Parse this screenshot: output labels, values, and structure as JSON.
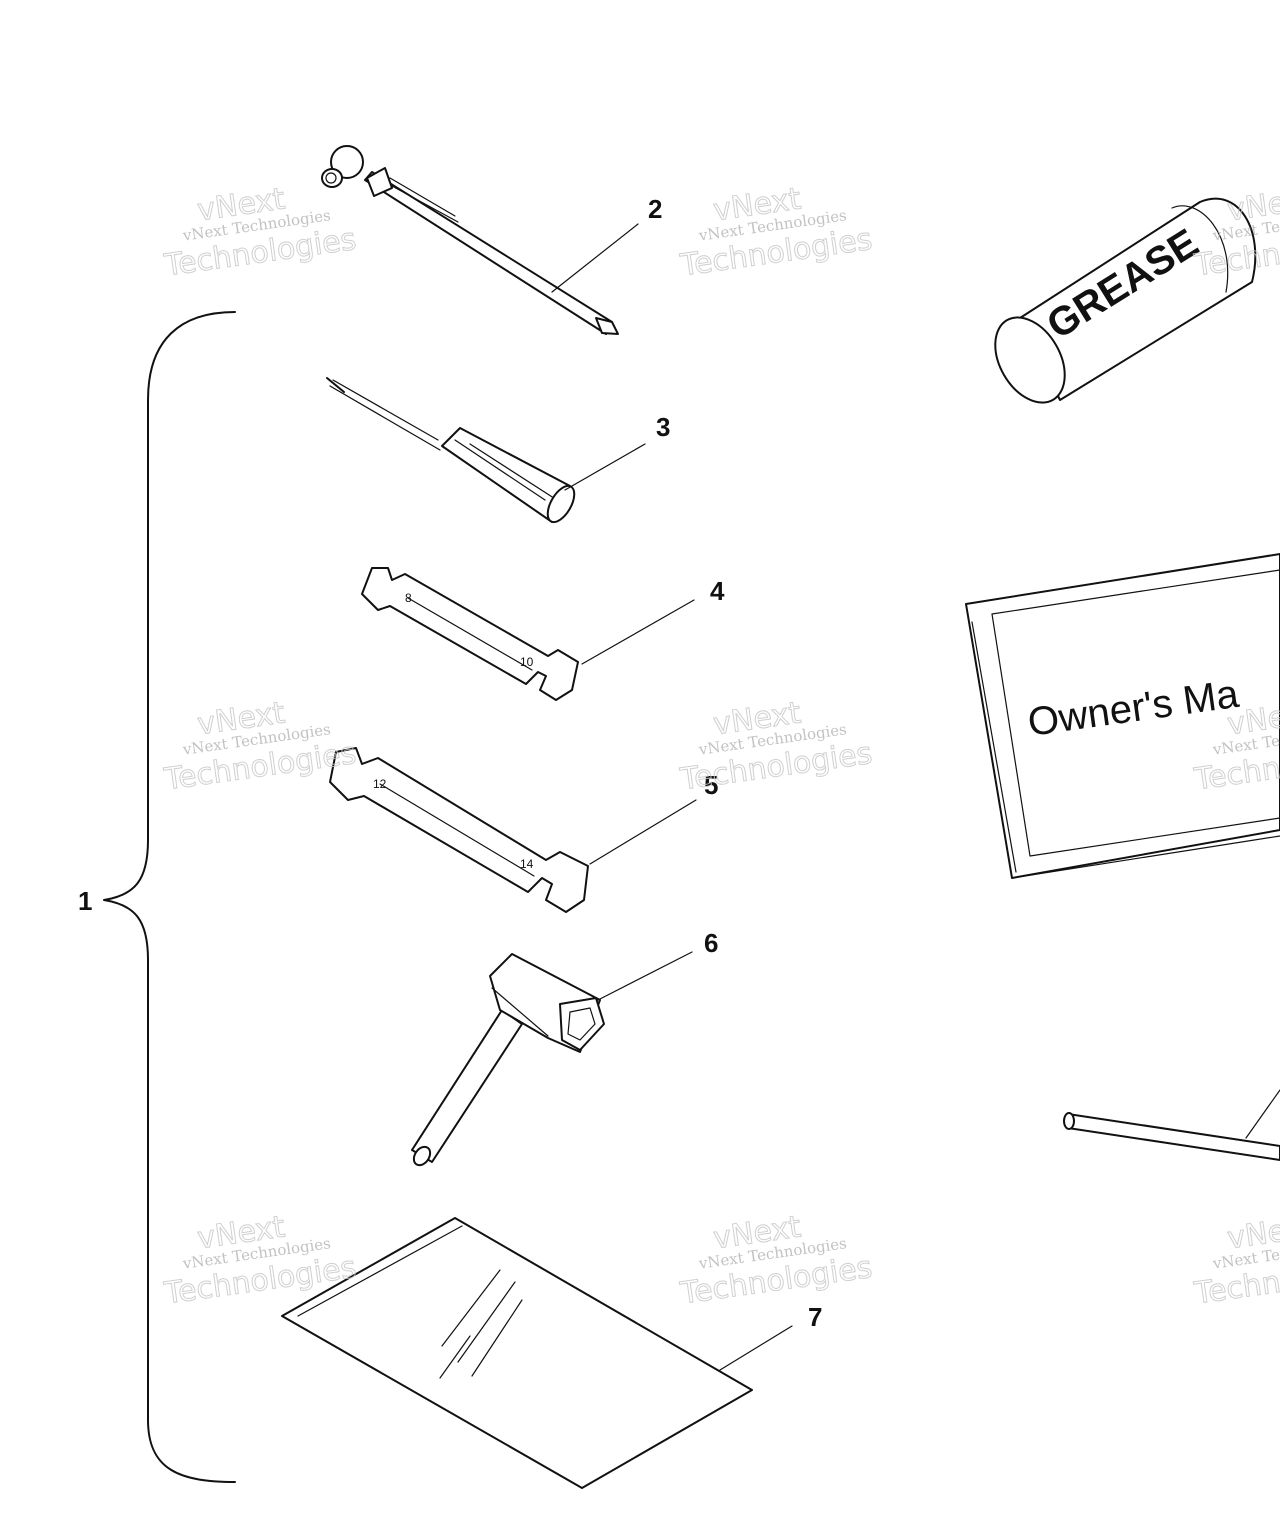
{
  "callouts": [
    {
      "id": "1",
      "label": "1"
    },
    {
      "id": "2",
      "label": "2"
    },
    {
      "id": "3",
      "label": "3"
    },
    {
      "id": "4",
      "label": "4"
    },
    {
      "id": "5",
      "label": "5"
    },
    {
      "id": "6",
      "label": "6"
    },
    {
      "id": "7",
      "label": "7"
    }
  ],
  "product_labels": {
    "grease": "GREASE",
    "manual": "Owner's Ma"
  },
  "wrench_markings": {
    "wrench_small_a": "8",
    "wrench_small_b": "10",
    "wrench_large_a": "12",
    "wrench_large_b": "14"
  },
  "watermark": {
    "line1": "vNext",
    "line2": "vNext Technologies",
    "line3": "Technologies"
  },
  "colors": {
    "line": "#111111",
    "background": "#ffffff",
    "watermark": "#b8b8b8"
  }
}
